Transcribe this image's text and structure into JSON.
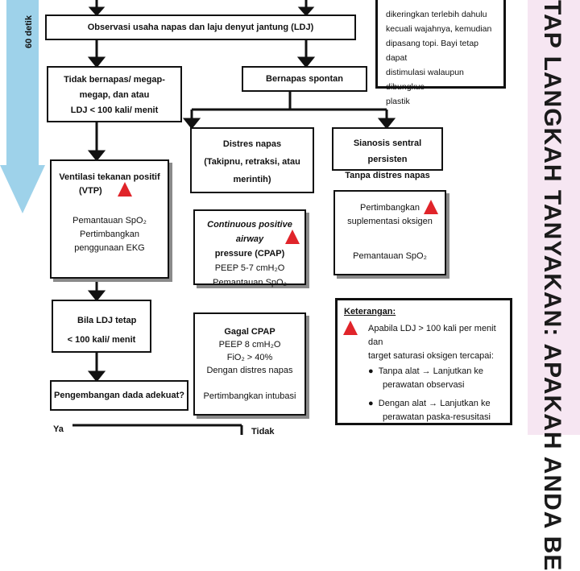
{
  "side_label": "60 detik",
  "side_title": "TAP LANGKAH TANYAKAN: APAKAH ANDA BE",
  "top_note": [
    "dikeringkan terlebih dahulu",
    "kecuali wajahnya, kemudian",
    "dipasang topi. Bayi tetap dapat",
    "distimulasi walaupun dibungkus",
    "plastik"
  ],
  "observasi": "Observasi usaha napas dan laju denyut jantung (LDJ)",
  "tidak_bernapas": [
    "Tidak bernapas/ megap-",
    "megap, dan atau",
    "LDJ < 100 kali/ menit"
  ],
  "bernapas_spontan": "Bernapas spontan",
  "distres": [
    "Distres napas",
    "(Takipnu, retraksi, atau",
    "merintih)"
  ],
  "sianosis": [
    "Sianosis sentral persisten",
    "Tanpa distres napas"
  ],
  "vtp": {
    "title": [
      "Ventilasi tekanan positif",
      "(VTP)"
    ],
    "body": [
      "Pemantauan SpO₂",
      "Pertimbangkan",
      "penggunaan EKG"
    ]
  },
  "cpap": {
    "title": [
      "Continuous positive airway",
      "pressure (CPAP)"
    ],
    "body": [
      "PEEP 5-7 cmH₂O",
      "Pemantauan SpO₂"
    ]
  },
  "oksigen": {
    "title": [
      "Pertimbangkan",
      "suplementasi oksigen"
    ],
    "body": [
      "Pemantauan SpO₂"
    ]
  },
  "ldj_tetap": [
    "Bila LDJ tetap",
    "< 100 kali/ menit"
  ],
  "gagal_cpap": {
    "title": [
      "Gagal CPAP"
    ],
    "body": [
      "PEEP 8 cmH₂O",
      "FiO₂ > 40%",
      "Dengan distres napas",
      "",
      "Pertimbangkan intubasi"
    ]
  },
  "pengembangan": "Pengembangan dada adekuat?",
  "ya": "Ya",
  "tidak": "Tidak",
  "keterangan": {
    "title": "Keterangan:",
    "line1": [
      "Apabila LDJ > 100 kali per menit dan",
      "target saturasi oksigen tercapai:"
    ],
    "bullet1": [
      "Tanpa alat → Lanjutkan ke",
      "perawatan observasi"
    ],
    "bullet2": [
      "Dengan alat → Lanjutkan ke",
      "perawatan paska-resusitasi"
    ]
  },
  "colors": {
    "warning_triangle": "#e0242a",
    "timeline_arrow": "#9ed2ea",
    "sidebar_bg": "#f6e6f2"
  }
}
